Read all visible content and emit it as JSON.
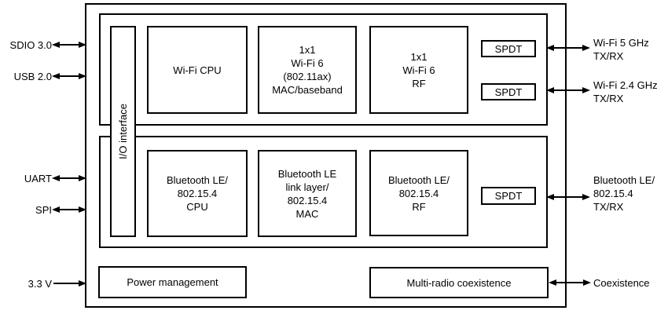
{
  "diagram": {
    "type": "soc-block-diagram",
    "colors": {
      "line": "#000000",
      "background": "#ffffff",
      "text": "#000000"
    },
    "ports": {
      "left": [
        {
          "label": "SDIO 3.0",
          "arrow": "double"
        },
        {
          "label": "USB 2.0",
          "arrow": "double"
        },
        {
          "label": "UART",
          "arrow": "double"
        },
        {
          "label": "SPI",
          "arrow": "double"
        },
        {
          "label": "3.3 V",
          "arrow": "single-in"
        }
      ],
      "right": [
        {
          "label": "Wi-Fi 5 GHz\nTX/RX",
          "arrow": "double"
        },
        {
          "label": "Wi-Fi 2.4 GHz\nTX/RX",
          "arrow": "double"
        },
        {
          "label": "Bluetooth LE/\n802.15.4\nTX/RX",
          "arrow": "double"
        },
        {
          "label": "Coexistence",
          "arrow": "double"
        }
      ]
    },
    "blocks": {
      "io_interface": "I/O interface",
      "wifi_cpu": "Wi-Fi CPU",
      "wifi_mac": "1x1\nWi-Fi 6\n(802.11ax)\nMAC/baseband",
      "wifi_rf": "1x1\nWi-Fi 6\nRF",
      "spdt_wifi5": "SPDT",
      "spdt_wifi24": "SPDT",
      "bt_cpu": "Bluetooth LE/\n802.15.4\nCPU",
      "bt_mac": "Bluetooth LE\nlink layer/\n802.15.4\nMAC",
      "bt_rf": "Bluetooth LE/\n802.15.4\nRF",
      "spdt_bt": "SPDT",
      "power": "Power management",
      "coex": "Multi-radio coexistence"
    }
  }
}
